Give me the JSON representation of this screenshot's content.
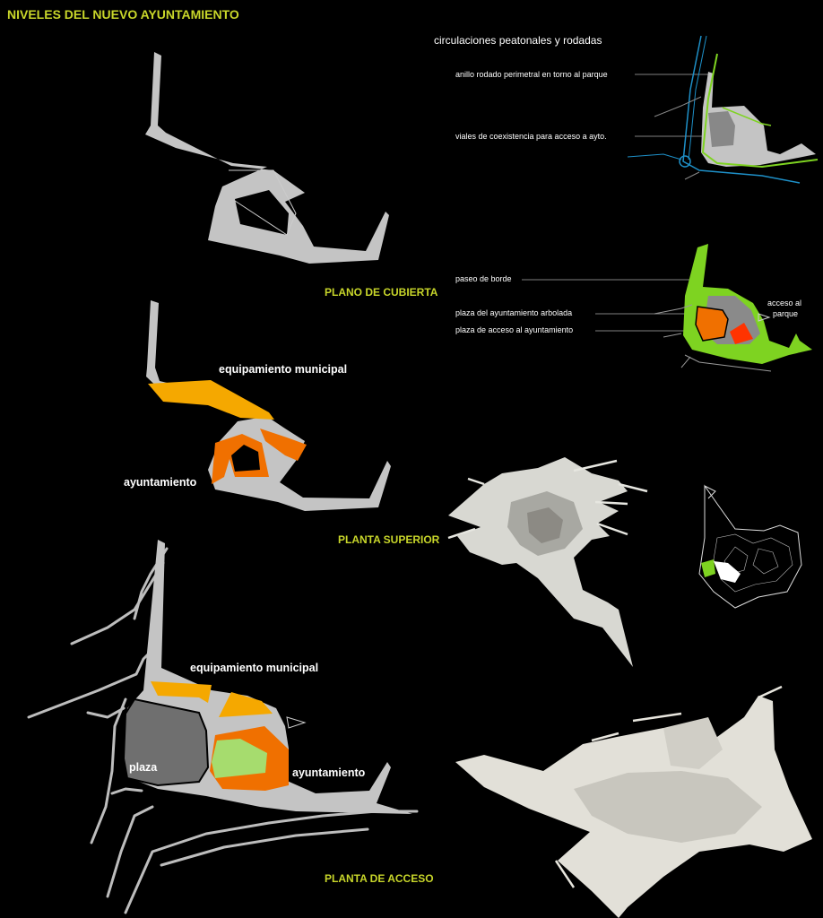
{
  "header": {
    "title": "NIVELES DEL NUEVO AYUNTAMIENTO"
  },
  "captions": {
    "cubierta": "PLANO DE CUBIERTA",
    "superior": "PLANTA SUPERIOR",
    "acceso": "PLANTA DE ACCESO"
  },
  "labels": {
    "equipamiento_superior": "equipamiento municipal",
    "ayuntamiento_superior": "ayuntamiento",
    "equipamiento_acceso": "equipamiento municipal",
    "ayuntamiento_acceso": "ayuntamiento",
    "plaza": "plaza"
  },
  "circulation": {
    "title": "circulaciones peatonales y rodadas",
    "anillo": "anillo rodado perimetral en torno al parque",
    "viales": "viales de coexistencia para acceso a ayto."
  },
  "spaces": {
    "paseo": "paseo de borde",
    "plaza_arbolada": "plaza del ayuntamiento arbolada",
    "plaza_acceso": "plaza de acceso al ayuntamiento",
    "acceso_parque_1": "acceso al",
    "acceso_parque_2": "parque"
  },
  "colors": {
    "background": "#000000",
    "accent_text": "#c8d62a",
    "building_grey": "#bfbfbf",
    "plaza_grey": "#6f6f6f",
    "equipamiento_yellow": "#f5a800",
    "ayuntamiento_orange": "#f07000",
    "green": "#a6dc6e",
    "lime": "#7ed321",
    "red": "#ff3300",
    "road_blue": "#1e90c8"
  }
}
